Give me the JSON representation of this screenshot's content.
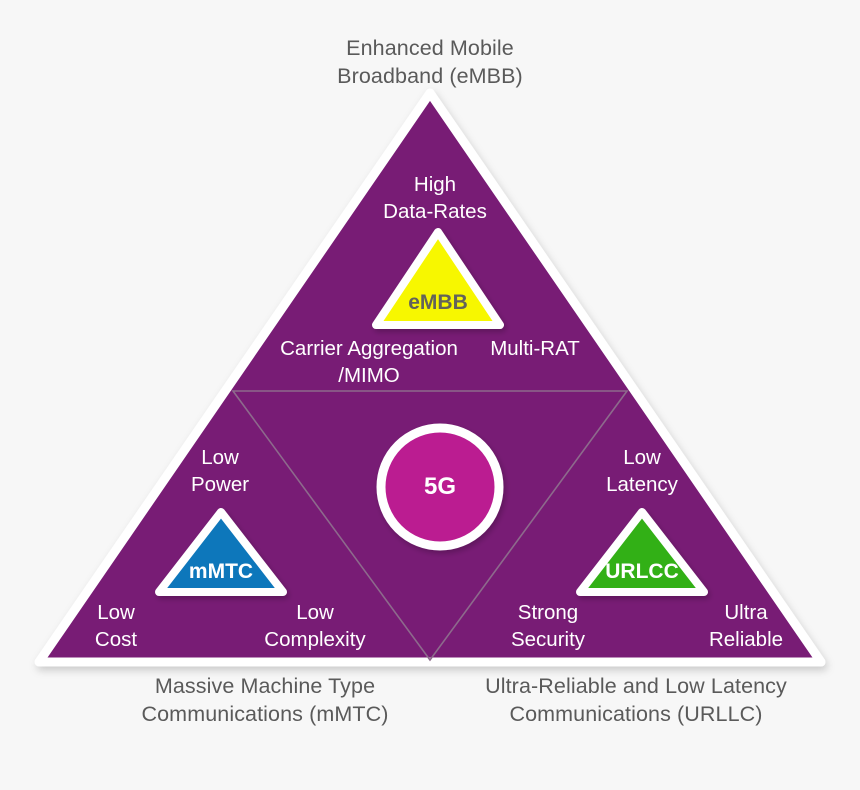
{
  "diagram": {
    "title_top": "Enhanced Mobile\nBroadband (eMBB)",
    "caption_left": "Massive Machine Type\nCommunications (mMTC)",
    "caption_right": "Ultra-Reliable and Low Latency\nCommunications (URLLC)",
    "core_label": "5G",
    "colors": {
      "background": "#f7f7f7",
      "triangle_purple": "#781b75",
      "core_magenta": "#bb1b91",
      "embb_yellow": "#f7f700",
      "mmtc_blue": "#1177bb",
      "urlcc_green": "#33b018",
      "border_white": "#ffffff",
      "inner_outline": "#8d6a8c",
      "caption_text": "#5a5a5a",
      "inner_text": "#ffffff",
      "embb_text": "#63635a"
    },
    "pillars": [
      {
        "key": "embb",
        "label": "eMBB",
        "color": "#f7f700",
        "text_color": "#63635a"
      },
      {
        "key": "mmtc",
        "label": "mMTC",
        "color": "#1177bb",
        "text_color": "#ffffff"
      },
      {
        "key": "urlcc",
        "label": "URLCC",
        "color": "#33b018",
        "text_color": "#ffffff"
      }
    ],
    "features": {
      "top_center": "High\nData-Rates",
      "mid_left": "Carrier Aggregation\n/MIMO",
      "mid_right": "Multi-RAT",
      "left_upper": "Low\nPower",
      "right_upper": "Low\nLatency",
      "left_lower": "Low\nCost",
      "left_lower_right": "Low\nComplexity",
      "right_lower_left": "Strong\nSecurity",
      "right_lower": "Ultra\nReliable"
    }
  }
}
